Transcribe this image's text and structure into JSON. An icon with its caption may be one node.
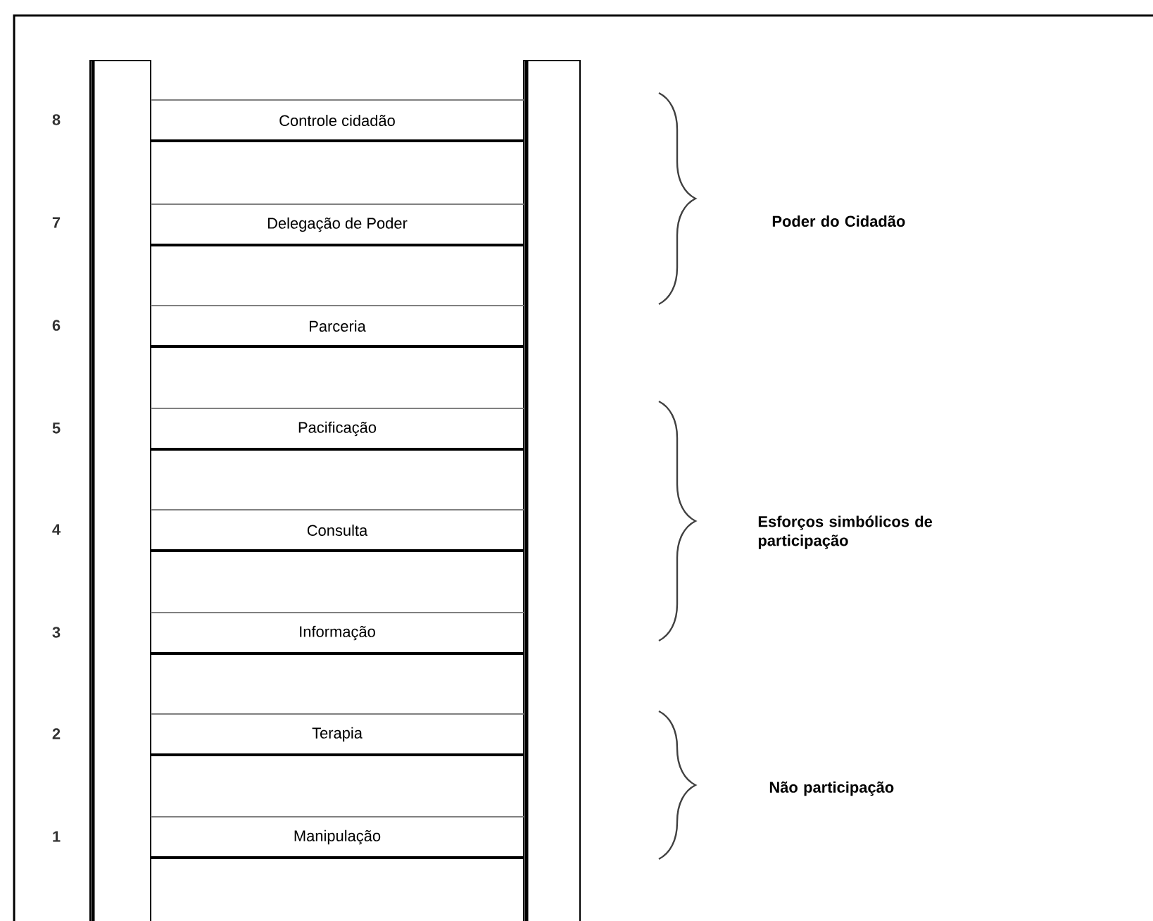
{
  "diagram": {
    "nodes": [
      {
        "text": [
          "Controle cidadão"
        ]
      },
      {
        "text": [
          "Delegação de Poder"
        ]
      },
      {
        "text": [
          "Parceria"
        ]
      },
      {
        "text": [
          "Pacificação"
        ]
      },
      {
        "text": [
          "Consulta"
        ]
      },
      {
        "text": [
          "Informação"
        ]
      },
      {
        "text": [
          "Terapia"
        ]
      },
      {
        "text": [
          "Manipulação"
        ]
      }
    ],
    "labels": [
      "8",
      "7",
      "Poder do Cidadão",
      "6",
      "5",
      "4",
      "Esforços simbólicos de participação",
      "3",
      "2",
      "Não participação",
      "1"
    ]
  }
}
